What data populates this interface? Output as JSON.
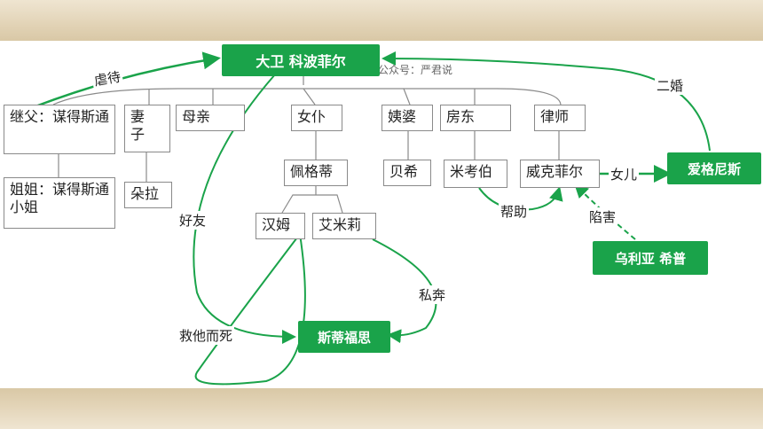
{
  "colors": {
    "accent_green": "#1aa34a",
    "line_gray": "#8a8a8a",
    "frame": "#e8dcc4"
  },
  "watermark": "公众号：严君说",
  "nodes": {
    "david": "大卫 科波菲尔",
    "stepfather": "继父：谋得斯通",
    "wife": "妻子",
    "mother": "母亲",
    "maid": "女仆",
    "aunt": "姨婆",
    "landlord": "房东",
    "lawyer": "律师",
    "stepsister": "姐姐：谋得斯通小姐",
    "dora": "朵拉",
    "peggotty": "佩格蒂",
    "betsey": "贝希",
    "micawber": "米考伯",
    "wickfield": "威克菲尔",
    "ham": "汉姆",
    "emily": "艾米莉",
    "agnes": "爱格尼斯",
    "uriah": "乌利亚 希普",
    "steerforth": "斯蒂福思"
  },
  "labels": {
    "abuse": "虐待",
    "remarry": "二婚",
    "friend": "好友",
    "help": "帮助",
    "daughter": "女儿",
    "frame_up": "陷害",
    "elope": "私奔",
    "died_saving": "救他而死"
  }
}
